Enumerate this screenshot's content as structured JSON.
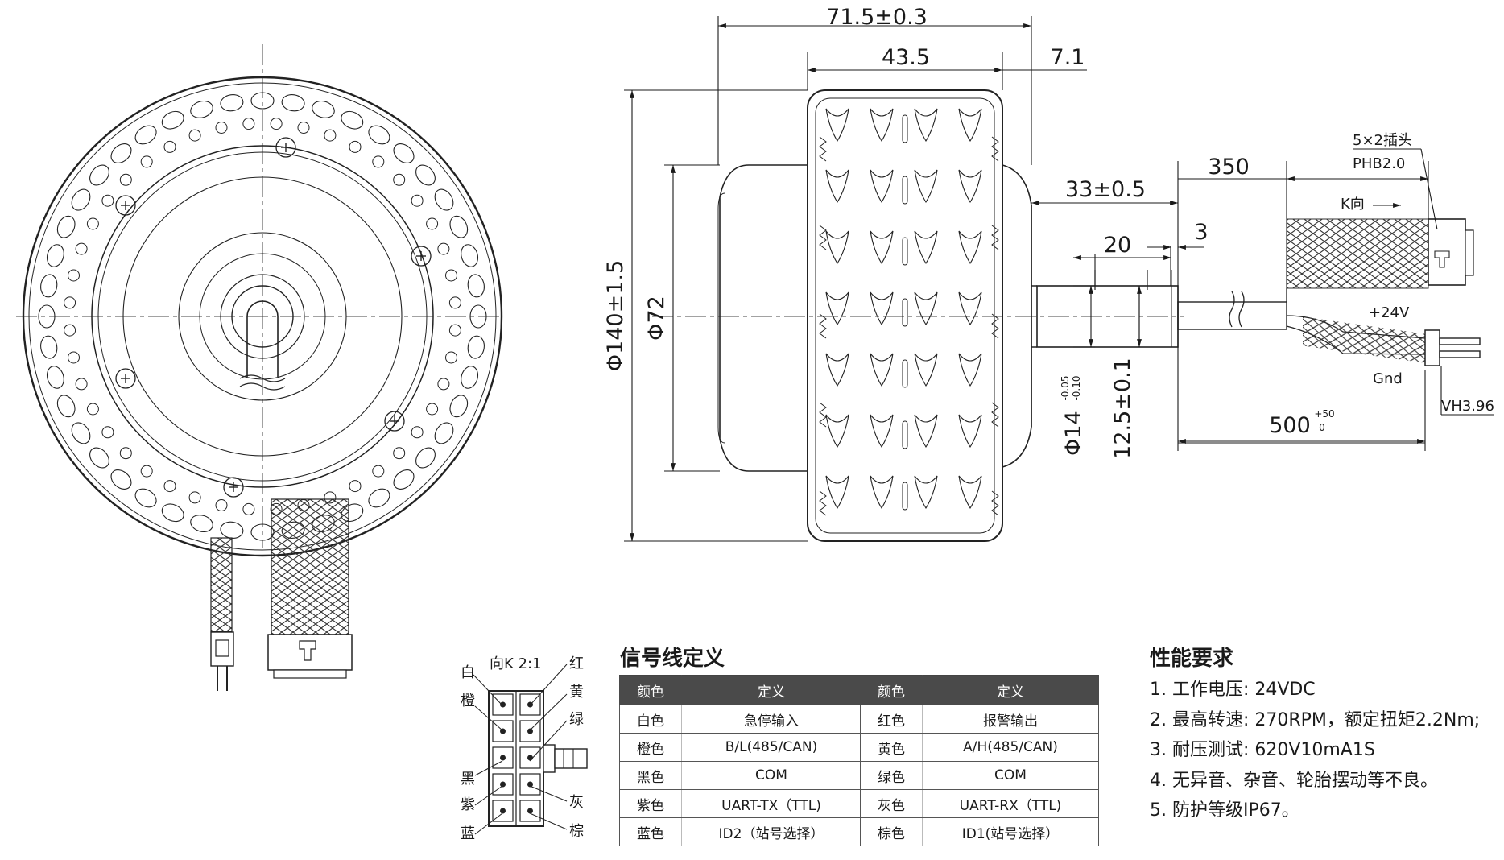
{
  "dimensions": {
    "overall_width": "71.5±0.3",
    "tire_width": "43.5",
    "hub_offset": "7.1",
    "axle_length": "33±0.5",
    "cable_length": "350",
    "connector_tail": "3",
    "flat_length": "20",
    "outer_diameter": "Φ140±1.5",
    "hub_diameter": "Φ72",
    "axle_diameter": "Φ14",
    "axle_tolerance_upper": "-0.05",
    "axle_tolerance_lower": "-0.10",
    "flat_height": "12.5±0.1",
    "power_cable_length": "500",
    "power_cable_tol_upper": "+50",
    "power_cable_tol_lower": "0"
  },
  "cable_labels": {
    "signal_plug": "5×2插头",
    "signal_plug_model": "PHB2.0",
    "view_k": "K向",
    "plus24v": "+24V",
    "gnd": "Gnd",
    "power_plug_model": "VH3.96"
  },
  "connector_view": {
    "title": "向K 2:1",
    "left_labels": [
      "白",
      "橙",
      "黑",
      "紫",
      "蓝"
    ],
    "right_labels": [
      "红",
      "黄",
      "绿",
      "灰",
      "棕"
    ]
  },
  "signal_table": {
    "title": "信号线定义",
    "headers": [
      "颜色",
      "定义",
      "颜色",
      "定义"
    ],
    "rows": [
      [
        "白色",
        "急停输入",
        "红色",
        "报警输出"
      ],
      [
        "橙色",
        "B/L(485/CAN)",
        "黄色",
        "A/H(485/CAN)"
      ],
      [
        "黑色",
        "COM",
        "绿色",
        "COM"
      ],
      [
        "紫色",
        "UART-TX（TTL)",
        "灰色",
        "UART-RX（TTL)"
      ],
      [
        "蓝色",
        "ID2（站号选择）",
        "棕色",
        "ID1(站号选择）"
      ]
    ]
  },
  "performance": {
    "title": "性能要求",
    "items": [
      "1. 工作电压: 24VDC",
      "2. 最高转速: 270RPM，额定扭矩2.2Nm;",
      "3. 耐压测试: 620V10mA1S",
      "4. 无异音、杂音、轮胎摆动等不良。",
      "5. 防护等级IP67。"
    ]
  }
}
